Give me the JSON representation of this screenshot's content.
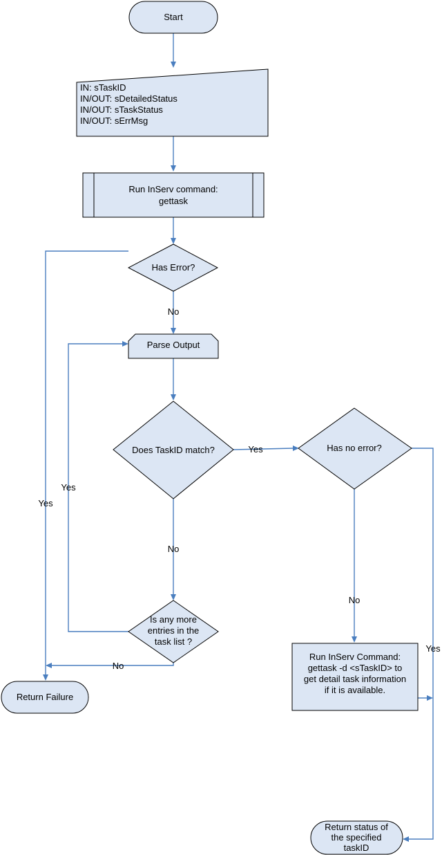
{
  "colors": {
    "node_fill": "#dce6f4",
    "node_stroke": "#000000",
    "edge": "#4a7ebf"
  },
  "nodes": {
    "start": "Start",
    "inputs": {
      "lines": [
        "IN: sTaskID",
        "IN/OUT: sDetailedStatus",
        "IN/OUT: sTaskStatus",
        "IN/OUT: sErrMsg"
      ]
    },
    "run_gettask": {
      "lines": [
        "Run InServ command:",
        "gettask"
      ]
    },
    "has_error": "Has Error?",
    "parse_output": "Parse Output",
    "taskid_match": "Does TaskID match?",
    "has_no_error": "Has no error?",
    "more_entries": {
      "lines": [
        "Is any more",
        "entries in the",
        "task list ?"
      ]
    },
    "run_detail": {
      "lines": [
        "Run InServ Command:",
        "gettask -d <sTaskID> to",
        "get detail task information",
        "if it is available."
      ]
    },
    "return_failure": "Return Failure",
    "return_status": {
      "lines": [
        "Return status of",
        "the specified",
        "taskID"
      ]
    }
  },
  "edge_labels": {
    "has_error_no": "No",
    "has_error_yes": "Yes",
    "match_yes": "Yes",
    "match_no": "No",
    "more_yes": "Yes",
    "more_no": "No",
    "no_error_no": "No",
    "no_error_yes": "Yes"
  }
}
